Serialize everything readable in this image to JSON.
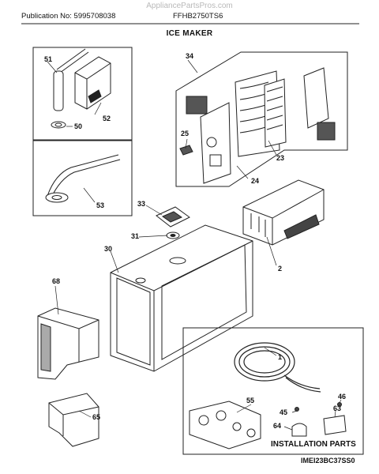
{
  "header": {
    "watermark": "AppliancePartsPros.com",
    "publication": "Publication No: 5995708038",
    "model": "FFHB2750TS6",
    "title": "ICE MAKER"
  },
  "footer": {
    "part_code": "IMEI23BC37SS0"
  },
  "installation_parts_label": "INSTALLATION PARTS",
  "callouts": {
    "c1": "1",
    "c2": "2",
    "c23": "23",
    "c24": "24",
    "c25": "25",
    "c30": "30",
    "c31": "31",
    "c33": "33",
    "c34": "34",
    "c45": "45",
    "c46": "46",
    "c50": "50",
    "c51": "51",
    "c52": "52",
    "c53": "53",
    "c55": "55",
    "c63": "63",
    "c64": "64",
    "c65": "65",
    "c68": "68"
  }
}
